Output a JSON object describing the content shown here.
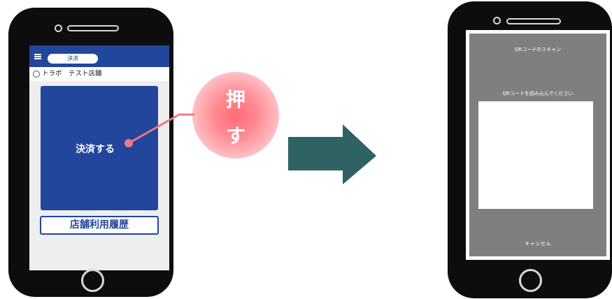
{
  "left_phone": {
    "header_pill": "決済",
    "user_name": "トラポ　テスト店舗",
    "pay_button": "決済する",
    "history_button": "店舗利用履歴"
  },
  "press_label": {
    "line1": "押",
    "line2": "す"
  },
  "right_phone": {
    "title": "QRコードのスキャン",
    "prompt": "QRコードを読み込んでください",
    "cancel": "キャンセル"
  },
  "colors": {
    "header_blue": "#20479c",
    "button_blue": "#22469b",
    "arrow_teal": "#2f6363",
    "pointer_pink": "#f07784",
    "scanner_gray": "#7f7f7f"
  },
  "icons": [
    "menu-icon",
    "user-icon",
    "home-button-icon",
    "speaker-icon",
    "arrow-right-icon",
    "pointer-dot-icon"
  ]
}
